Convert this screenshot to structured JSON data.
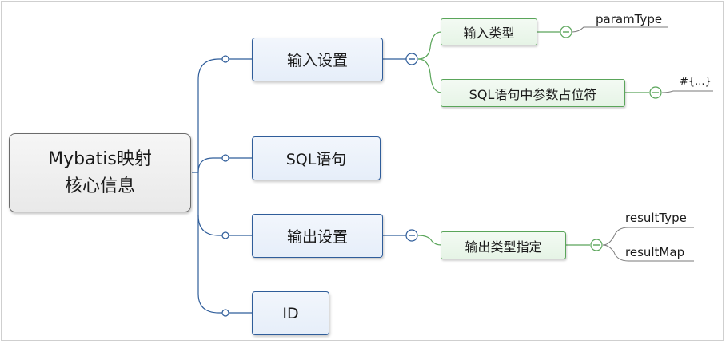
{
  "root": {
    "line1": "Mybatis映射",
    "line2": "核心信息"
  },
  "branches": {
    "input": {
      "label": "输入设置",
      "children": {
        "type": {
          "label": "输入类型",
          "leaf": "paramType"
        },
        "placeholder": {
          "label": "SQL语句中参数占位符",
          "leaf": "#{...}"
        }
      }
    },
    "sql": {
      "label": "SQL语句"
    },
    "output": {
      "label": "输出设置",
      "children": {
        "type": {
          "label": "输出类型指定",
          "leaves": [
            "resultType",
            "resultMap"
          ]
        }
      }
    },
    "id": {
      "label": "ID"
    }
  },
  "colors": {
    "main_border": "#2f5d9a",
    "sub_border": "#5aa55a",
    "connector": "#2f5d9a",
    "sub_connector": "#5aa55a",
    "leaf_line": "#7a7a7a"
  }
}
